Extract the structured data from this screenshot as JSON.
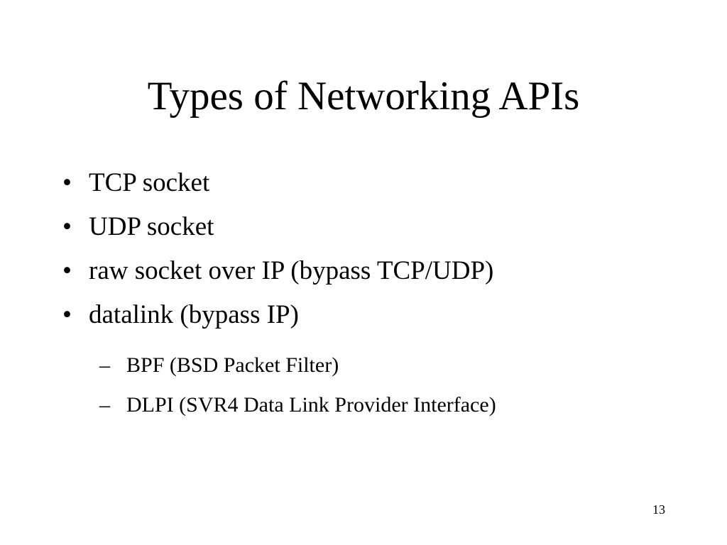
{
  "slide": {
    "title": "Types of Networking APIs",
    "bullets": [
      {
        "text": "TCP socket"
      },
      {
        "text": "UDP socket"
      },
      {
        "text": "raw socket over IP (bypass TCP/UDP)"
      },
      {
        "text": "datalink (bypass IP)",
        "subitems": [
          {
            "text": "BPF (BSD Packet Filter)"
          },
          {
            "text": "DLPI (SVR4 Data Link Provider Interface)"
          }
        ]
      }
    ],
    "bullet_glyph": "•",
    "sub_bullet_glyph": "–",
    "page_number": "13"
  }
}
